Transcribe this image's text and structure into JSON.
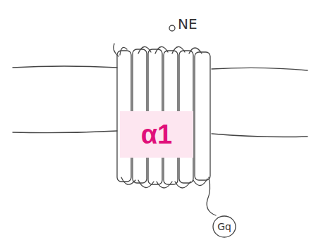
{
  "diagram": {
    "nodes": [
      {
        "text": [
          "α1"
        ]
      },
      {
        "text": [
          "Gq"
        ]
      }
    ],
    "labels": [
      "NE"
    ]
  }
}
